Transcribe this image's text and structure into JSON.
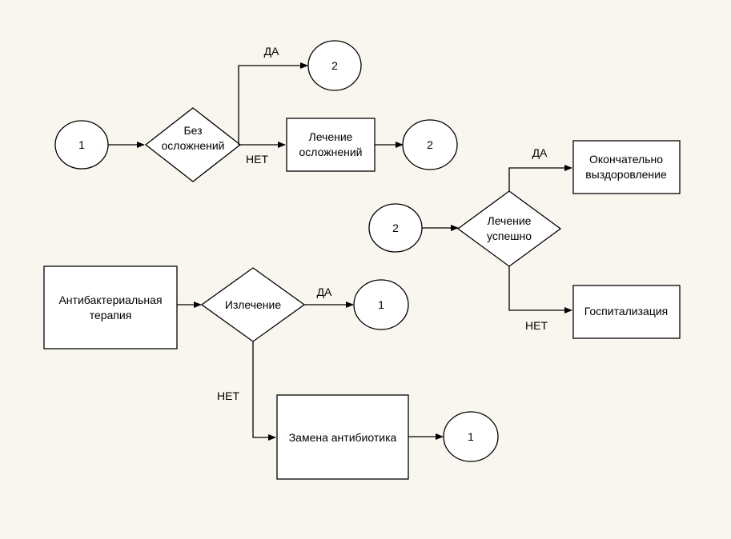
{
  "diagram": {
    "connectors": {
      "c1": "1",
      "c2a": "2",
      "c2b": "2",
      "c2c": "2",
      "c1b": "1",
      "c1c": "1"
    },
    "decisions": {
      "no_complications_line1": "Без",
      "no_complications_line2": "осложнений",
      "success_line1": "Лечение",
      "success_line2": "успешно",
      "recovery": "Излечение"
    },
    "processes": {
      "treat_complications_line1": "Лечение",
      "treat_complications_line2": "осложнений",
      "final_recovery_line1": "Окончательно",
      "final_recovery_line2": "выздоровление",
      "hospitalization": "Госпитализация",
      "antibacterial_line1": "Антибактериальная",
      "antibacterial_line2": "терапия",
      "replace_antibiotic": "Замена антибиотика"
    },
    "edge_labels": {
      "yes_1": "ДА",
      "no_1": "НЕТ",
      "yes_2": "ДА",
      "no_2": "НЕТ",
      "yes_3": "ДА",
      "no_3": "НЕТ"
    }
  }
}
